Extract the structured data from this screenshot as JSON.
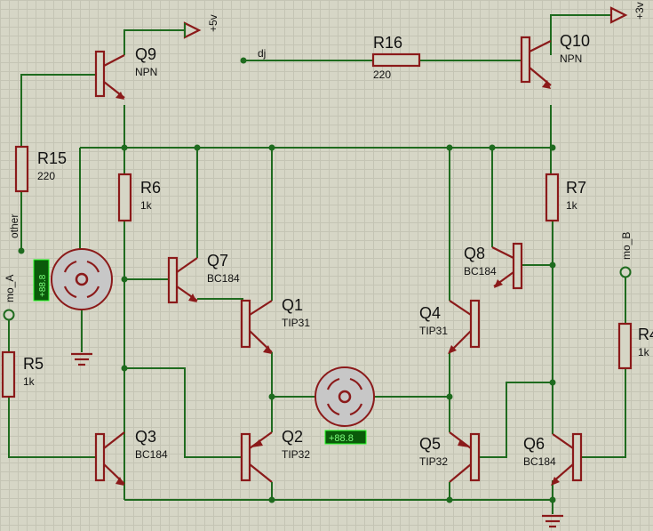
{
  "components": {
    "Q9": {
      "name": "Q9",
      "value": "NPN"
    },
    "Q10": {
      "name": "Q10",
      "value": "NPN"
    },
    "Q7": {
      "name": "Q7",
      "value": "BC184"
    },
    "Q8": {
      "name": "Q8",
      "value": "BC184"
    },
    "Q1": {
      "name": "Q1",
      "value": "TIP31"
    },
    "Q4": {
      "name": "Q4",
      "value": "TIP31"
    },
    "Q2": {
      "name": "Q2",
      "value": "TIP32"
    },
    "Q5": {
      "name": "Q5",
      "value": "TIP32"
    },
    "Q3": {
      "name": "Q3",
      "value": "BC184"
    },
    "Q6": {
      "name": "Q6",
      "value": "BC184"
    },
    "R15": {
      "name": "R15",
      "value": "220"
    },
    "R16": {
      "name": "R16",
      "value": "220"
    },
    "R6": {
      "name": "R6",
      "value": "1k"
    },
    "R7": {
      "name": "R7",
      "value": "1k"
    },
    "R5": {
      "name": "R5",
      "value": "1k"
    },
    "R4": {
      "name": "R4",
      "value": "1k"
    }
  },
  "power": {
    "vcc5": "+5v",
    "vcc3": "+3v"
  },
  "nets": {
    "dj": "dj",
    "other": "other",
    "mo_a": "mo_A",
    "mo_b": "mo_B"
  },
  "meters": {
    "m1": "+88.8",
    "m2": "+88.8"
  },
  "colors": {
    "wire": "#1f6b1f",
    "component": "#8b1a1a",
    "grid": "#d6d6c6"
  }
}
